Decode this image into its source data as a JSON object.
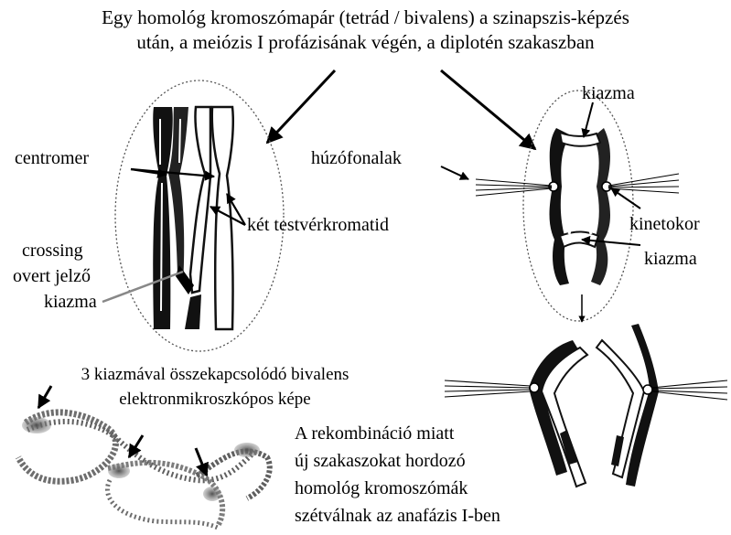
{
  "title": {
    "line1": "Egy homológ kromoszómapár (tetrád / bivalens) a szinapszis-képzés",
    "line2": "után, a meiózis I profázisának végén, a diplotén szakaszban"
  },
  "left_diagram": {
    "centromer": "centromer",
    "sister_chromatids": "két testvérkromatid",
    "crossing_line1": "crossing",
    "crossing_line2": "overt jelző",
    "crossing_line3": "kiazma"
  },
  "right_diagram": {
    "kiazma_top": "kiazma",
    "spindle": "húzófonalak",
    "kinetochore": "kinetokor",
    "kiazma_bottom": "kiazma"
  },
  "micrograph_caption": {
    "line1": "3 kiazmával összekapcsolódó bivalens",
    "line2": "elektronmikroszkópos képe"
  },
  "recombination_text": {
    "line1": "A rekombináció miatt",
    "line2": "új szakaszokat hordozó",
    "line3": "homológ kromoszómák",
    "line4": "szétválnak az anafázis I-ben"
  }
}
